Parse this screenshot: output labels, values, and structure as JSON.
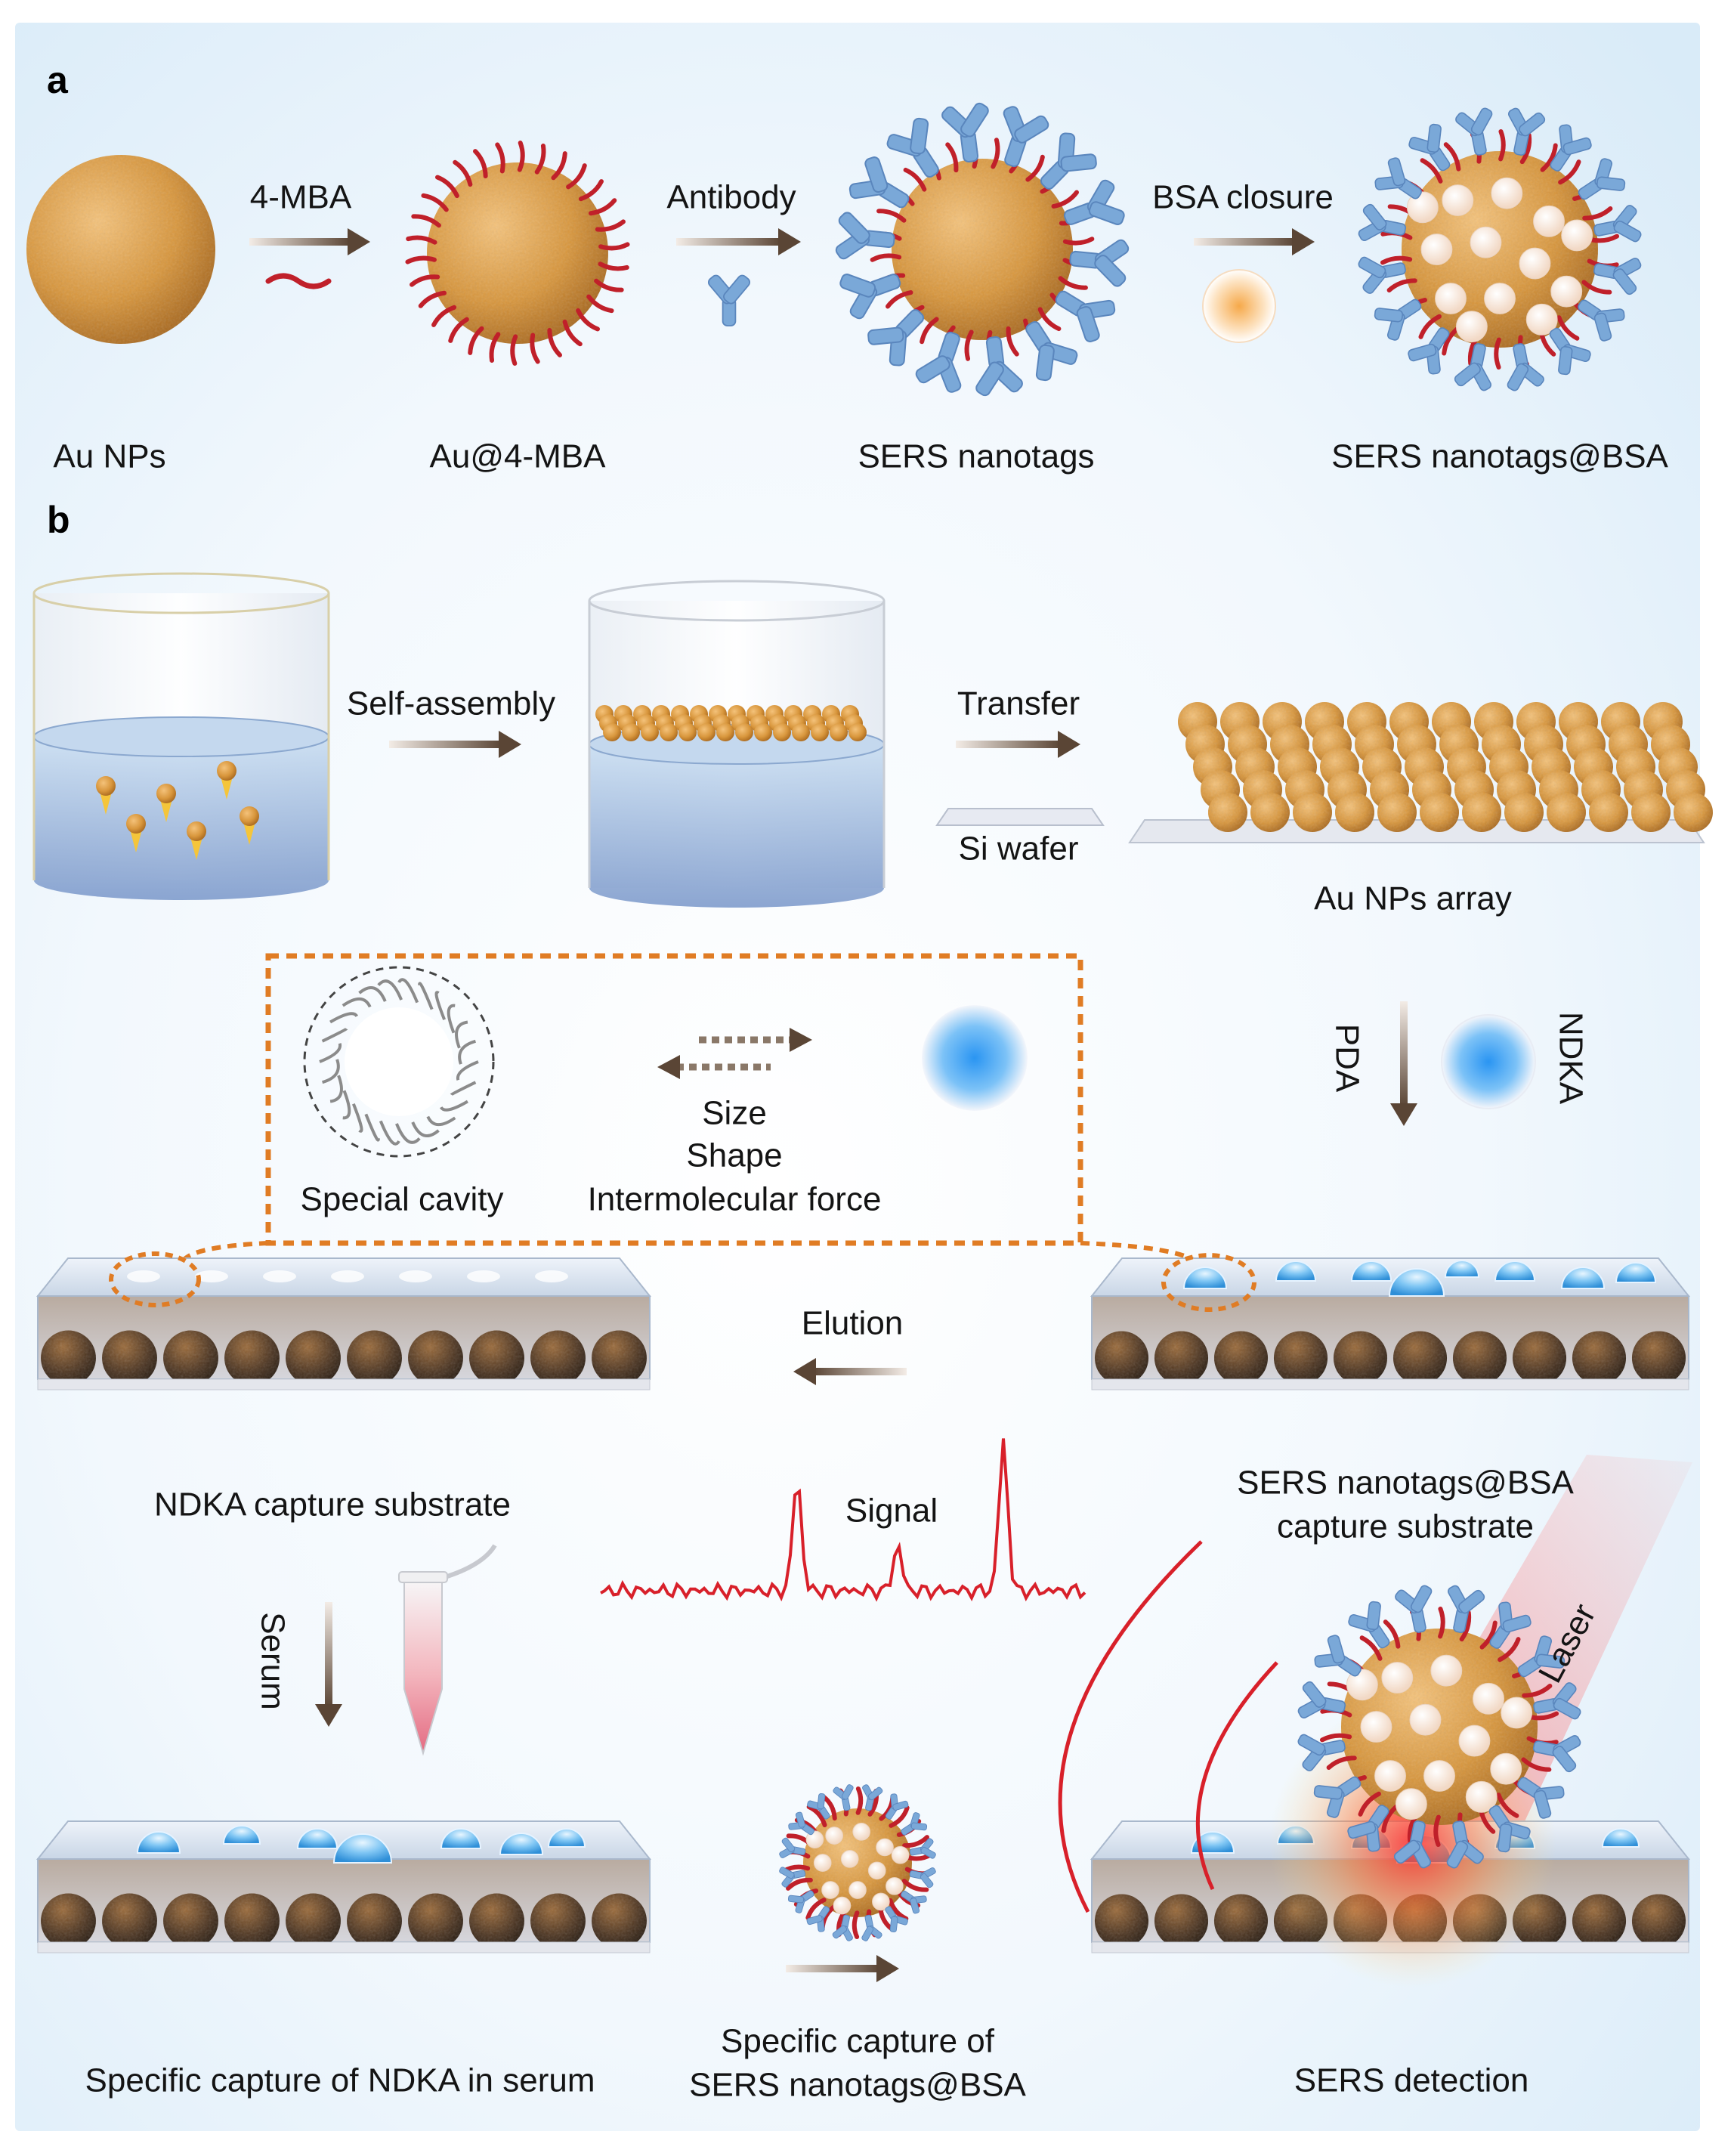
{
  "panels": {
    "a": "a",
    "b": "b"
  },
  "panel_a": {
    "steps": [
      "Au NPs",
      "Au@4-MBA",
      "SERS nanotags",
      "SERS nanotags@BSA"
    ],
    "arrows": [
      "4-MBA",
      "Antibody",
      "BSA closure"
    ]
  },
  "panel_b": {
    "self_assembly": "Self-assembly",
    "transfer": "Transfer",
    "si_wafer": "Si wafer",
    "au_array": "Au NPs array",
    "pda": "PDA",
    "ndka": "NDKA",
    "special_cavity": "Special cavity",
    "match": [
      "Size",
      "Shape",
      "Intermolecular force"
    ],
    "elution": "Elution",
    "ndka_capture_substrate": "NDKA capture substrate",
    "nanotags_capture_substrate": [
      "SERS nanotags@BSA",
      "capture substrate"
    ],
    "signal": "Signal",
    "serum": "Serum",
    "laser": "Laser",
    "specific_capture_serum": "Specific capture of NDKA in serum",
    "specific_capture_nanotags": [
      "Specific capture of",
      "SERS nanotags@BSA"
    ],
    "sers_detection": "SERS detection"
  },
  "colors": {
    "gold": "#d89a3c",
    "linker": "#c0202a",
    "antibody": "#7aa8d8",
    "target": "#2e9df0",
    "arrow": "#5a4535",
    "dashed_box": "#e07c24",
    "signal": "#d8202a"
  }
}
